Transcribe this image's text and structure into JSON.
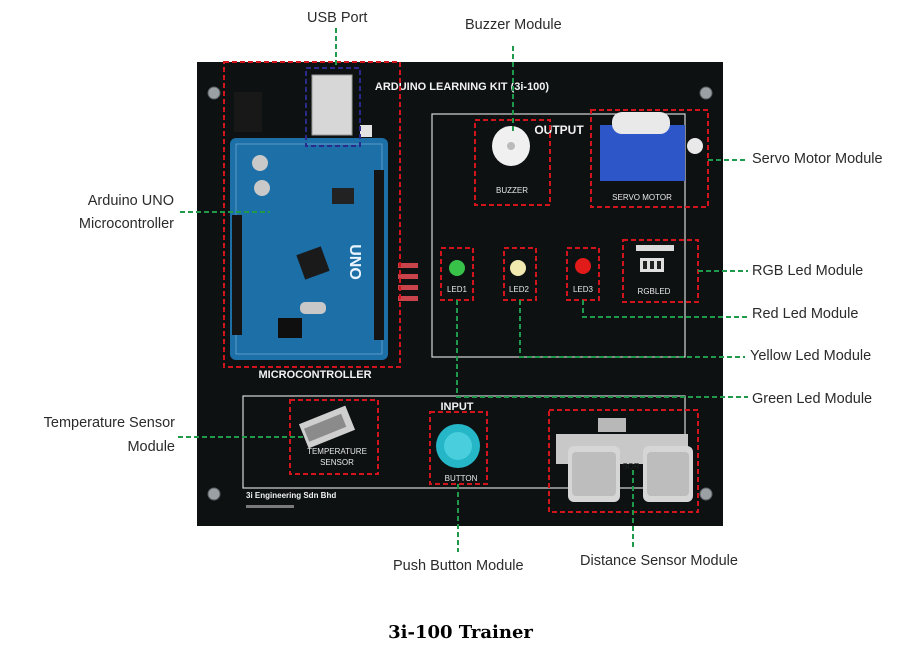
{
  "board": {
    "kit_title": "ARDUINO LEARNING KIT (3i-100)",
    "output_label": "OUTPUT",
    "input_label": "INPUT",
    "microcontroller_label": "MICROCONTROLLER",
    "company": "3i Engineering Sdn Bhd",
    "buzzer_label": "BUZZER",
    "servo_label": "SERVO MOTOR",
    "led1_label": "LED1",
    "led2_label": "LED2",
    "led3_label": "LED3",
    "rgbled_label": "RGBLED",
    "temperature_label_1": "TEMPERATURE",
    "temperature_label_2": "SENSOR",
    "button_label": "BUTTON",
    "sensor_label": "SOR",
    "uno_text": "UNO"
  },
  "callouts": {
    "usb_port": "USB Port",
    "buzzer_module": "Buzzer Module",
    "servo_motor_module": "Servo Motor Module",
    "arduino_uno_line1": "Arduino UNO",
    "arduino_uno_line2": "Microcontroller",
    "rgb_led_module": "RGB Led Module",
    "red_led_module": "Red Led Module",
    "yellow_led_module": "Yellow Led Module",
    "green_led_module": "Green Led Module",
    "temperature_sensor_line1": "Temperature Sensor",
    "temperature_sensor_line2": "Module",
    "push_button_module": "Push Button Module",
    "distance_sensor_module": "Distance Sensor Module"
  },
  "caption": "3i-100 Trainer",
  "colors": {
    "board": "#0d1112",
    "highlight": "#d4141c",
    "usb_highlight": "#2a2a8c",
    "leader": "#1f9a4b",
    "arduino": "#1d6fa8",
    "led_green": "#38c24a",
    "led_yellow": "#f1e9b0",
    "led_red": "#e11a1a",
    "button_cap": "#25b6c8",
    "servo": "#2d57c8"
  }
}
